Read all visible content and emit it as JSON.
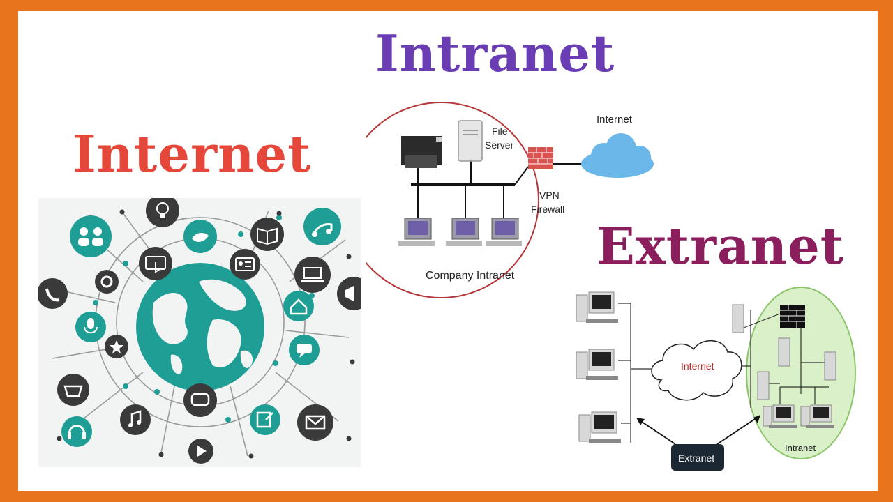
{
  "titles": {
    "intranet": "Intranet",
    "internet": "Internet",
    "extranet": "Extranet"
  },
  "colors": {
    "frame": "#E8741E",
    "intranet_title": "#6A3DB5",
    "internet_title": "#E5483A",
    "extranet_title": "#8B1E5C",
    "teal": "#1E9E94",
    "dark_icon": "#3A3A3A",
    "intranet_circle": "#B5373A",
    "cloud_blue": "#6CB7EA",
    "extranet_oval_fill": "#D9F0C9",
    "extranet_oval_stroke": "#8CC56A",
    "extranet_badge": "#1B2733"
  },
  "intranet_diagram": {
    "file_server_label_1": "File",
    "file_server_label_2": "Server",
    "internet_label": "Internet",
    "vpn_label_1": "VPN",
    "vpn_label_2": "Firewall",
    "caption": "Company Intranet"
  },
  "extranet_diagram": {
    "internet_label": "Internet",
    "intranet_label": "Intranet",
    "extranet_badge": "Extranet"
  },
  "internet_icons": [
    "lightbulb-icon",
    "people-icon",
    "gear-icon",
    "bird-icon",
    "book-icon",
    "music-note-icon",
    "touch-screen-icon",
    "id-card-icon",
    "laptop-icon",
    "phone-icon",
    "home-icon",
    "megaphone-icon",
    "microphone-icon",
    "star-icon",
    "chat-bubble-icon",
    "shopping-basket-icon",
    "message-icon",
    "headphones-icon",
    "music-icon",
    "play-icon",
    "edit-icon",
    "envelope-icon"
  ]
}
